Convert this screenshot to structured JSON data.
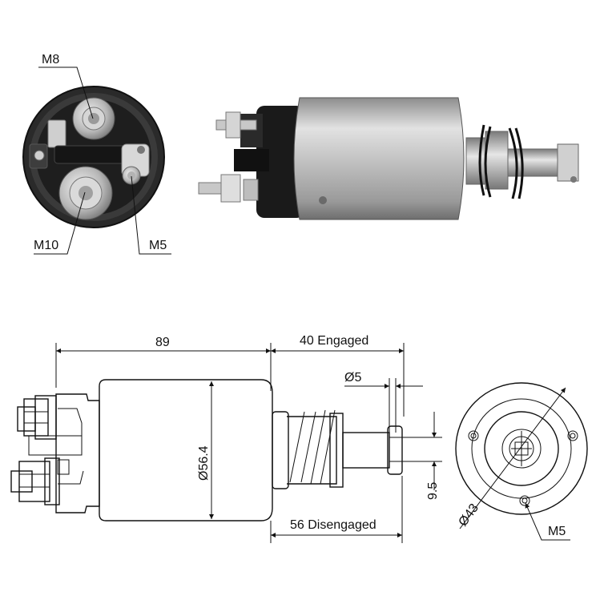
{
  "labels": {
    "m8": "M8",
    "m10": "M10",
    "m5_photo": "M5",
    "length_89": "89",
    "engaged": "40 Engaged",
    "disengaged": "56 Disengaged",
    "dia_56_4": "Ø56.4",
    "dia_5": "Ø5",
    "dim_9_5": "9.5",
    "dia_43": "Ø43",
    "m5_drawing": "M5"
  }
}
